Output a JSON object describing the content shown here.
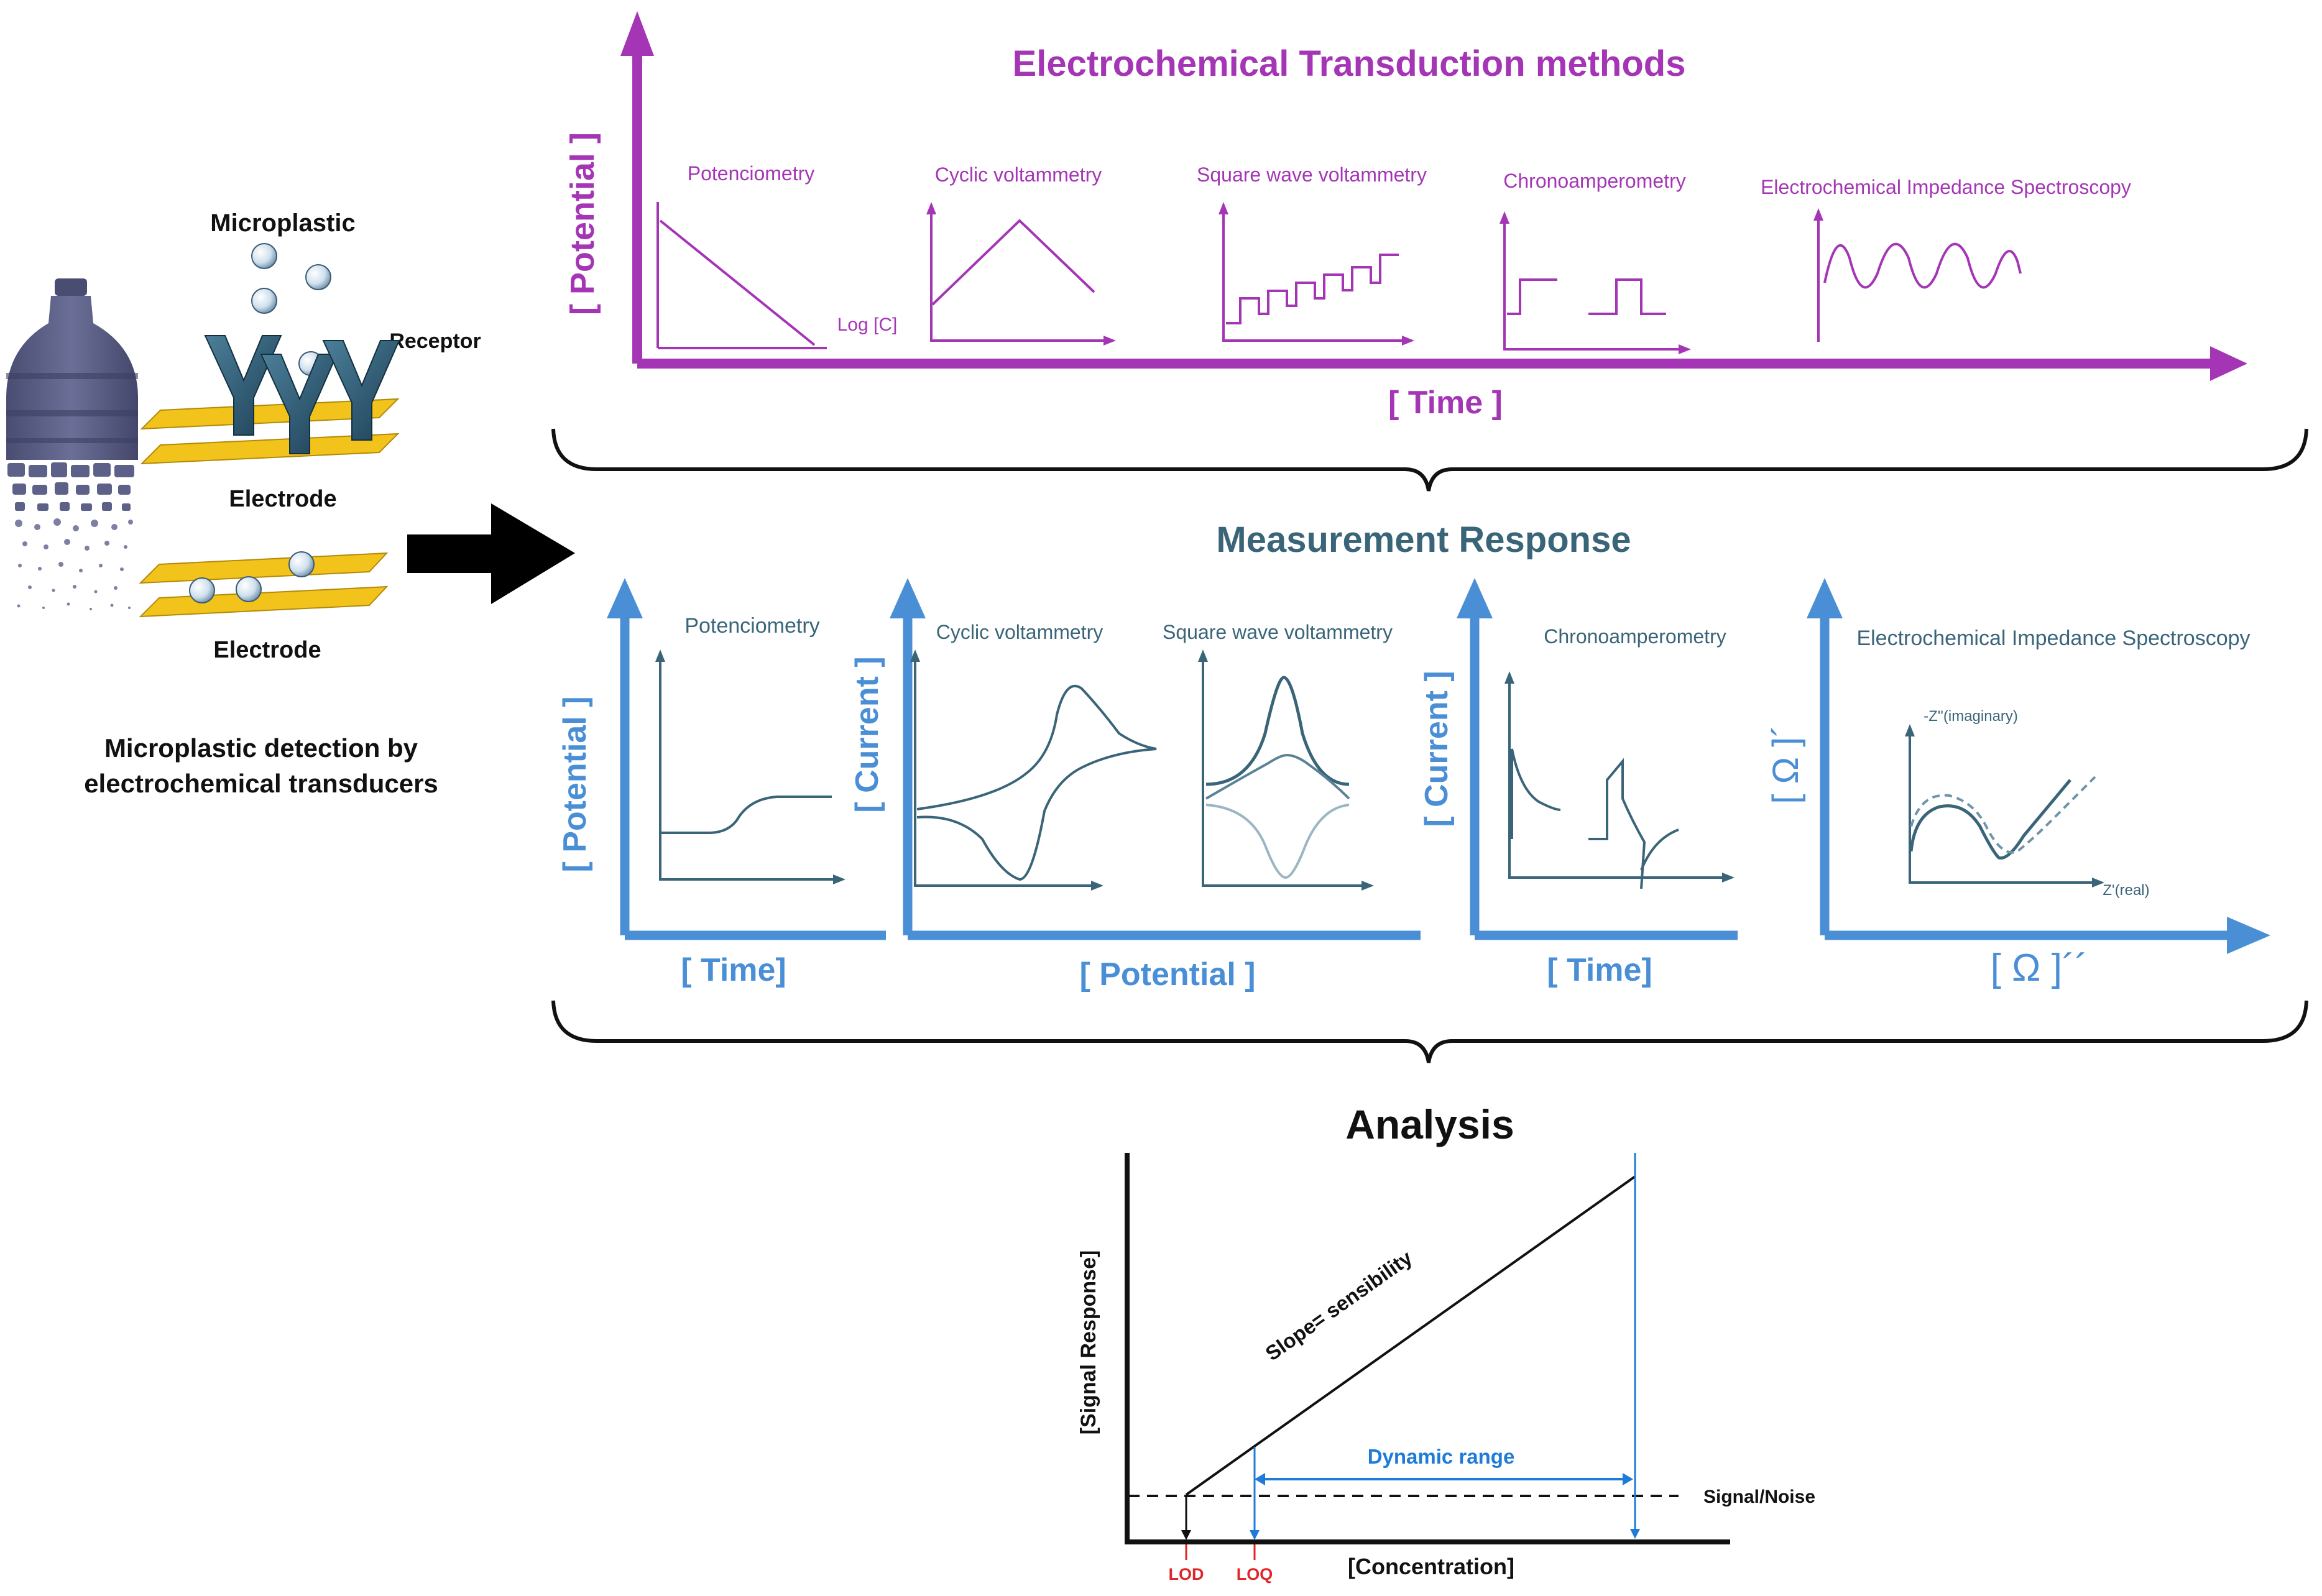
{
  "left": {
    "microplastic_label": "Microplastic",
    "receptor_label": "Receptor",
    "electrode_top_label": "Electrode",
    "electrode_bottom_label": "Electrode",
    "caption_line1": "Microplastic detection by",
    "caption_line2": "electrochemical transducers",
    "icons": [
      "plastic-bottle-icon",
      "microplastic-particle-icon",
      "receptor-y-icon",
      "electrode-strip-icon",
      "arrow-right-icon"
    ]
  },
  "transduction": {
    "title": "Electrochemical Transduction methods",
    "y_axis": "[ Potential ]",
    "x_axis": "[ Time ]",
    "methods": [
      {
        "label": "Potenciometry",
        "axis_note": "Log [C]"
      },
      {
        "label": "Cyclic voltammetry"
      },
      {
        "label": "Square wave voltammetry"
      },
      {
        "label": "Chronoamperometry"
      },
      {
        "label": "Electrochemical Impedance Spectroscopy"
      }
    ]
  },
  "response": {
    "title": "Measurement Response",
    "panels": [
      {
        "label": "Potenciometry",
        "y_axis": "[ Potential ]",
        "x_axis": "[ Time]"
      },
      {
        "label": "Cyclic voltammetry",
        "y_axis": "[ Current ]",
        "x_axis": "[ Potential ]"
      },
      {
        "label": "Square wave voltammetry"
      },
      {
        "label": "Chronoamperometry",
        "y_axis": "[ Current ]",
        "x_axis": "[ Time]"
      },
      {
        "label": "Electrochemical Impedance Spectroscopy",
        "y_axis": "[ Ω ]´",
        "x_axis": "[ Ω ]´´",
        "inner_y": "-Z''(imaginary)",
        "inner_x": "Z'(real)"
      }
    ]
  },
  "analysis": {
    "title": "Analysis",
    "y_axis": "[Signal Response]",
    "x_axis": "[Concentration]",
    "slope_label": "Slope= sensibility",
    "range_label": "Dynamic range",
    "noise_label": "Signal/Noise",
    "lod_label": "LOD",
    "loq_label": "LOQ"
  },
  "colors": {
    "purple": "#a436b5",
    "teal": "#3a6579",
    "blue": "#4a8fd6",
    "red": "#e0262b",
    "navy_bottle": "#5a5d82",
    "electrode_yellow": "#f2c31b"
  }
}
